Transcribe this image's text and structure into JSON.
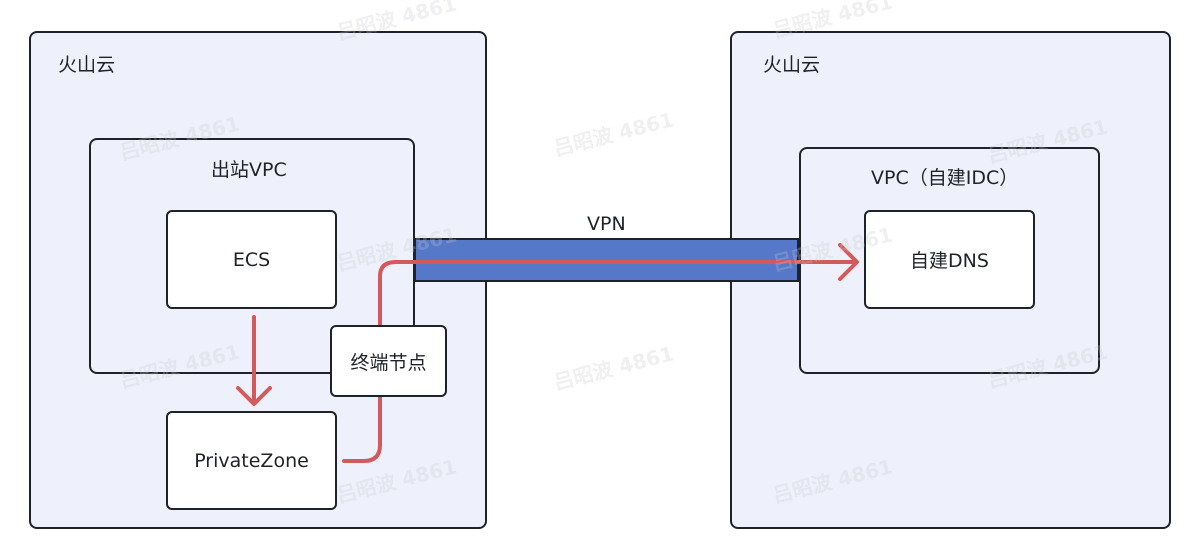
{
  "regions": {
    "left_cloud": {
      "title": "火山云"
    },
    "right_cloud": {
      "title": "火山云"
    }
  },
  "left": {
    "vpc_title": "出站VPC",
    "ecs": "ECS",
    "private_zone": "PrivateZone",
    "endpoint": "终端节点"
  },
  "right": {
    "vpc_title": "VPC（自建IDC）",
    "dns": "自建DNS"
  },
  "link": {
    "vpn_label": "VPN"
  },
  "watermark": "吕昭波 4861",
  "colors": {
    "region_fill": "#eef1fb",
    "vpn_fill": "#5578c8",
    "flow_arrow": "#d35a5a",
    "border": "#1f2329"
  }
}
